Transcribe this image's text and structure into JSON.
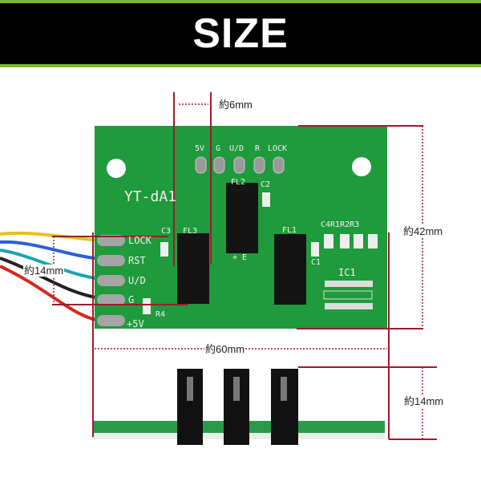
{
  "header": {
    "title": "SIZE"
  },
  "board": {
    "model": "YT-dA1",
    "top_pins": [
      "5V",
      "G",
      "U/D",
      "R",
      "LOCK"
    ],
    "side_pins": [
      "LOCK",
      "RST",
      "U/D",
      "G",
      "+5V"
    ],
    "components": {
      "fl1": "FL1",
      "fl2": "FL2",
      "fl3": "FL3",
      "c1": "C1",
      "c2": "C2",
      "c3": "C3",
      "c4_r": "C4R1R2R3",
      "ic1": "IC1",
      "r4": "R4",
      "pe": "+ E"
    }
  },
  "dimensions": {
    "pitch": "約6mm",
    "height": "約42mm",
    "pin_span": "約14mm",
    "width": "約60mm",
    "thickness": "約14mm"
  },
  "colors": {
    "accent": "#76b82a",
    "pcb": "#1f9a3c",
    "dim_line": "#9e1b2e"
  }
}
